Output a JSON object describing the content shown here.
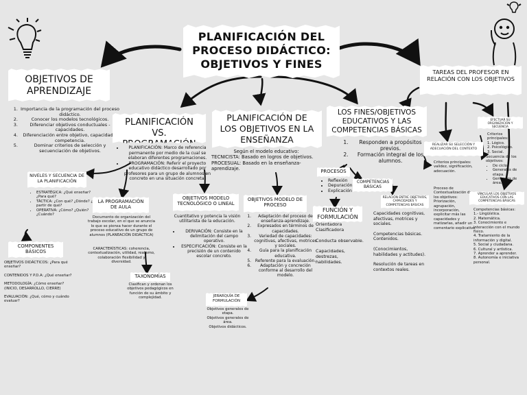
{
  "title": [
    "PLANIFICACIÓN DEL",
    "PROCESO DIDÁCTICO:",
    "OBJETIVOS Y FINES"
  ],
  "objetivos": {
    "heading": "OBJETIVOS DE APRENDIZAJE",
    "items": [
      "Importancia de la programación del proceso didáctico.",
      "Conocer los modelos tecnológicos.",
      "Diferenciar objetivos conductuales - capacidades.",
      "Diferenciación entre objetivo, capacidad y competencia.",
      "Dominar criterios de selección y secuenciación de objetivos."
    ]
  },
  "niveles": {
    "heading": "NIVELES Y SECUENCIA DE LA PLANIFICACIÓN",
    "items": [
      "ESTRATÉGICA: ¿Qué enseñar? ¿Para qué?",
      "TÁCTICA: ¿Con qué? ¿Dónde? ¿A partir de qué?",
      "OPERATIVA: ¿Cómo? ¿Quién? ¿Cuándo?"
    ]
  },
  "componentes": {
    "heading": "COMPONENTES BÁSICOS",
    "items": [
      "OBJETIVOS DIDÁCTICOS: ¿Para qué enseñar?",
      "CONTENIDOS Y P.D.A: ¿Qué enseñar?",
      "METODOLOGÍA: ¿Cómo enseñar? (INICIO, DESARROLLO, CIERRE)",
      "EVALUACIÓN: ¿Qué, cómo y cuándo evaluar?"
    ]
  },
  "planificacion": {
    "heading": "PLANIFICACIÓN VS. PROGRAMACIÓN",
    "items": [
      "PLANIFICACIÓN: Marco de referencia permanente por medio de la cual se elaboran diferentes programaciones.",
      "PROGRAMACIÓN: Referir el proyecto educativo didáctico desarrollado por profesores para un grupo de alumnos en concreto en una situación concreta."
    ]
  },
  "programacion_aula": {
    "heading": "LA PROGRAMACIÓN DE AULA",
    "text1": "Documento de organización del trabajo escolar, en el que se anuncia lo que se piensa hacer durante el proceso educativo de un grupo de alumnos (PLANEACIÓN DIDÁCTICA)",
    "text2": "CARACTERÍSTICAS: coherencia, contextualización, utilidad, realismo, colaboración flexibilidad y diversidad."
  },
  "modelo_tecnologico": {
    "heading": "OBJETIVOS MODELO TECNOLÓGICO O LINEAL",
    "text": "Cuantitativo y potencia la visión utilitarista de la educación.",
    "items": [
      "DERIVACIÓN: Consiste en la delimitación del campo operativo.",
      "ESPECIFICACIÓN: Consiste en la precisión de un contenido escolar concreto."
    ]
  },
  "taxonomias": {
    "heading": "TAXONOMÍAS",
    "text": "Clasifican y ordenan los objetivos pedagógicos en función de su ámbito y complejidad."
  },
  "planificacion_objetivos": {
    "heading": "PLANIFICACIÓN DE LOS OBJETIVOS EN LA ENSEÑANZA",
    "lines": [
      "Según el modelo educativo:",
      "TECNICISTA: Basado en logros de objetivos.",
      "PROCESUAL: Basado en la enseñanza-aprendizaje."
    ]
  },
  "modelo_proceso": {
    "heading": "OBJETIVOS MODELO DE PROCESO",
    "items": [
      "Adaptación del proceso de enseñanza-aprendizaje.",
      "Expresados en términos de capacidades.",
      "Variedad de capacidades: cognitivas, afectivas, motrices y sociales.",
      "Guía para la planificación educativa.",
      "Referente para la evaluación.",
      "Adaptación y concreción conforme al desarrollo del modelo."
    ]
  },
  "jerarquia": {
    "heading": "JERARQUÍA DE FORMULACIÓN",
    "lines": [
      "Objetivos generales de etapa.",
      "Objetivos generales de área.",
      "Objetivos didácticos."
    ]
  },
  "fines": {
    "heading": "LOS FINES/OBJETIVOS EDUCATIVOS Y LAS COMPETENCIAS BÁSICAS",
    "items": [
      "Responden a propósitos previos.",
      "Formación integral de los alumnos."
    ]
  },
  "procesos": {
    "heading": "PROCESOS",
    "items": [
      "Reflexión",
      "Depuración",
      "Explicación"
    ]
  },
  "competencias_box": {
    "heading": "COMPETENCIAS BÁSICAS"
  },
  "relacion": {
    "heading": "RELACIÓN ENTRE OBJETIVOS, CAPACIDADES Y COMPETENCIAS BÁSICAS",
    "lines": [
      "Capacidades cognitivas, afectivas, motrices y sociales.",
      "Competencias básicas. Contenidos.",
      "(Conocimientos, habilidades y actitudes).",
      "Resolución de tareas en contextos reales."
    ]
  },
  "funcion": {
    "heading": "FUNCIÓN Y FORMULACIÓN",
    "lines": [
      "Orientadora",
      "Clasificadora",
      "Conducta observable.",
      "Capacidades, destrezas, habilidades."
    ]
  },
  "tareas": {
    "heading": "TAREAS DEL PROFESOR EN RELACIÓN CON LOS OBJETIVOS"
  },
  "seleccion": {
    "heading": "REALIZAR SU SELECCIÓN Y ADECUACIÓN DEL CONTEXTO",
    "text1": "Criterios principales: validez, significación, adecuación.",
    "text2": "Proceso de Contextualización de los objetivos: Priorización, agrupación, incorporación, explicitar más las capacidades y matizarlas, añadir un comentario explicativo"
  },
  "organizacion": {
    "heading": "EFECTUAR SU ORGANIZACIÓN Y SECUENCIA",
    "criterios_title": "Criterios principales:",
    "criterios": [
      "1. Lógico.",
      "2. Psicológico.",
      "3. Social."
    ],
    "secuencia_title": "Secuencia de los objetivos:",
    "secuencia": [
      "De ciclo.",
      "Generales de etapa.",
      "Generales de área."
    ]
  },
  "vincular": {
    "heading": "VINCULAR LOS OBJETIVOS EDUCATIVOS CON LAS COMPETENCIAS BÁSICAS",
    "title": "Competencias básicas:",
    "items": [
      "1.- Lingüística.",
      "2. Matemática.",
      "3. Conocimiento e interacción con el mundo físico.",
      "4. Tratamiento de la información y digital.",
      "5. Social y ciudadana.",
      "6. Cultural y artística.",
      "7. Aprender a aprender.",
      "8. Autonomía e iniciativa personal."
    ]
  }
}
